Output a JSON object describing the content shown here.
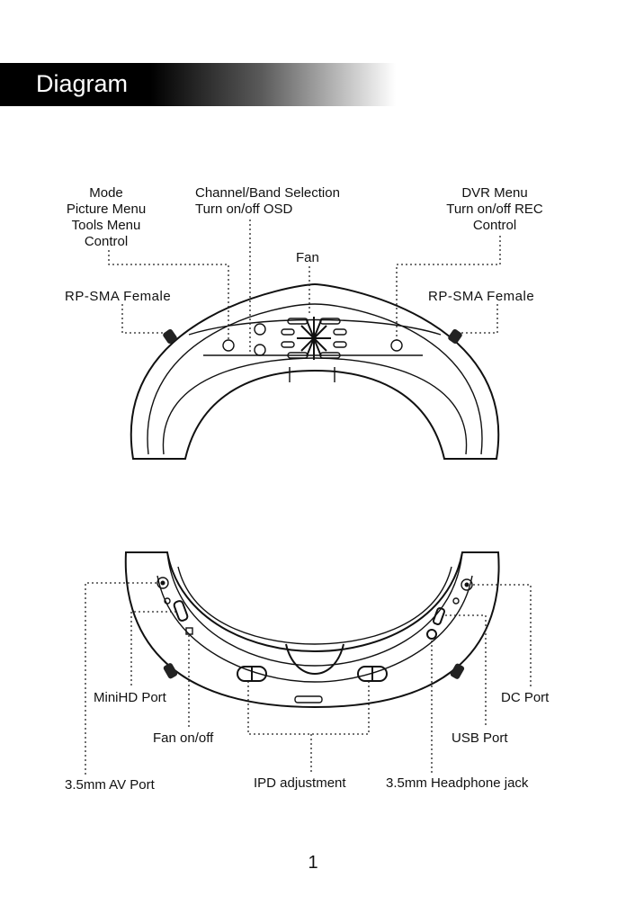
{
  "header": {
    "title": "Diagram"
  },
  "top_labels": {
    "left_lines": [
      "Mode",
      "Picture Menu",
      "Tools Menu",
      "Control"
    ],
    "center_lines": [
      "Channel/Band Selection",
      "Turn on/off OSD"
    ],
    "right_lines": [
      "DVR Menu",
      "Turn on/off REC",
      "Control"
    ],
    "fan": "Fan",
    "antenna_left": "RP-SMA Female",
    "antenna_right": "RP-SMA Female"
  },
  "bottom_labels": {
    "minihd": "MiniHD Port",
    "fan_switch": "Fan on/off",
    "av_port": "3.5mm AV Port",
    "ipd": "IPD adjustment",
    "headphone": "3.5mm Headphone jack",
    "dc": "DC Port",
    "usb": "USB Port"
  },
  "page_number": "1"
}
